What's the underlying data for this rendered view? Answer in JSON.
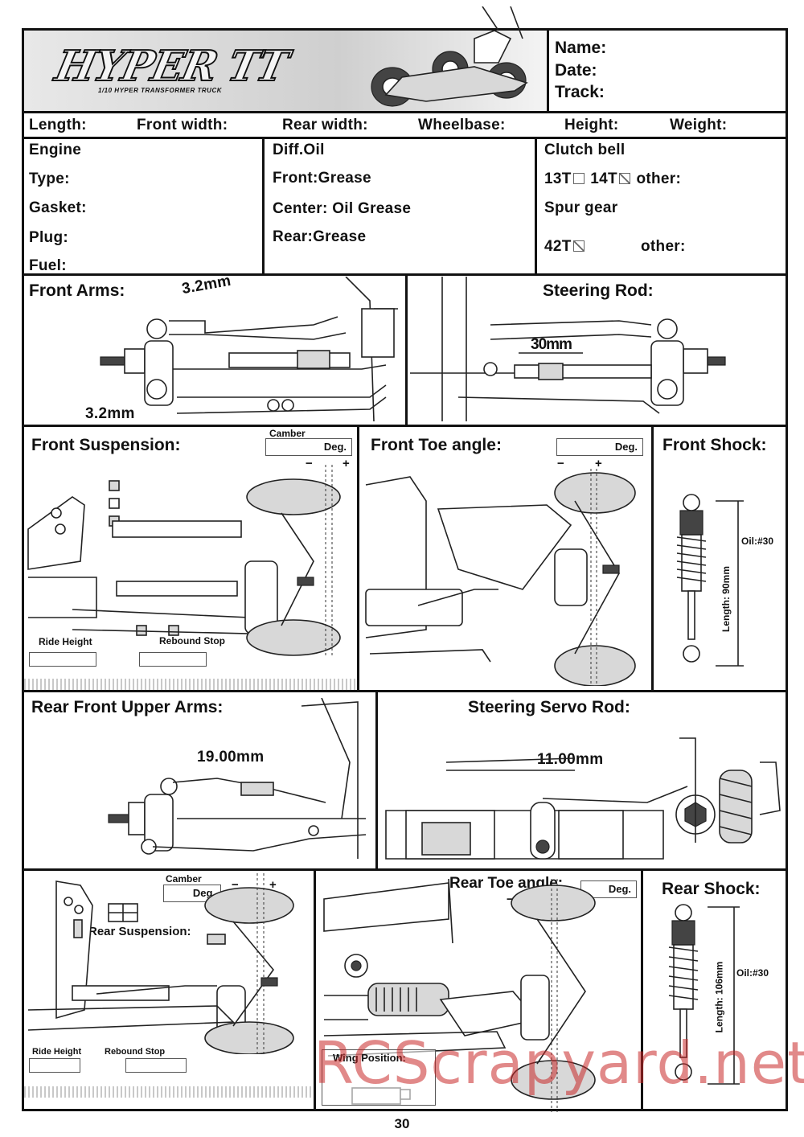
{
  "header": {
    "logo_text": "HYPER TT",
    "logo_subtitle": "1/10 HYPER TRANSFORMER TRUCK",
    "name_label": "Name:",
    "date_label": "Date:",
    "track_label": "Track:"
  },
  "specs_row": {
    "length": "Length:",
    "front_width": "Front width:",
    "rear_width": "Rear width:",
    "wheelbase": "Wheelbase:",
    "height": "Height:",
    "weight": "Weight:"
  },
  "engine": {
    "title": "Engine",
    "type": "Type:",
    "gasket": "Gasket:",
    "plug": "Plug:",
    "fuel": "Fuel:"
  },
  "diff": {
    "title": "Diff.Oil",
    "front": "Front:Grease",
    "center_label": "Center:",
    "center_value": "Oil  Grease",
    "rear": "Rear:Grease"
  },
  "clutch": {
    "title": "Clutch bell",
    "opt13": "13T",
    "opt14": "14T",
    "other1": "other:",
    "spur_title": "Spur gear",
    "opt42": "42T",
    "other2": "other:"
  },
  "front_arms": {
    "title": "Front  Arms:",
    "dim_top": "3.2mm",
    "dim_bottom": "3.2mm"
  },
  "steering_rod": {
    "title": "Steering Rod:",
    "dim": "30mm"
  },
  "front_suspension": {
    "title": "Front Suspension:",
    "camber": "Camber",
    "deg": "Deg.",
    "minus": "−",
    "plus": "+",
    "ride_height": "Ride Height",
    "rebound_stop": "Rebound Stop"
  },
  "front_toe": {
    "title": "Front Toe angle:",
    "deg": "Deg.",
    "minus": "−",
    "plus": "+"
  },
  "front_shock": {
    "title": "Front Shock:",
    "oil": "Oil:#30",
    "length": "Length:  90mm"
  },
  "rear_front_upper_arms": {
    "title": "Rear Front Upper Arms:",
    "dim": "19.00mm"
  },
  "steering_servo_rod": {
    "title": "Steering Servo Rod:",
    "dim": "11.00mm"
  },
  "rear_suspension": {
    "title": "Rear Suspension:",
    "camber": "Camber",
    "deg": "Deg.",
    "minus": "−",
    "plus": "+",
    "ride_height": "Ride Height",
    "rebound_stop": "Rebound Stop"
  },
  "rear_toe": {
    "title": "Rear Toe angle:",
    "deg": "Deg.",
    "minus": "−",
    "plus": "+",
    "wing_position": "Wing Position:"
  },
  "rear_shock": {
    "title": "Rear Shock:",
    "oil": "Oil:#30",
    "length": "Length:  106mm"
  },
  "watermark": "RCScrapyard.net",
  "page_number": "30"
}
